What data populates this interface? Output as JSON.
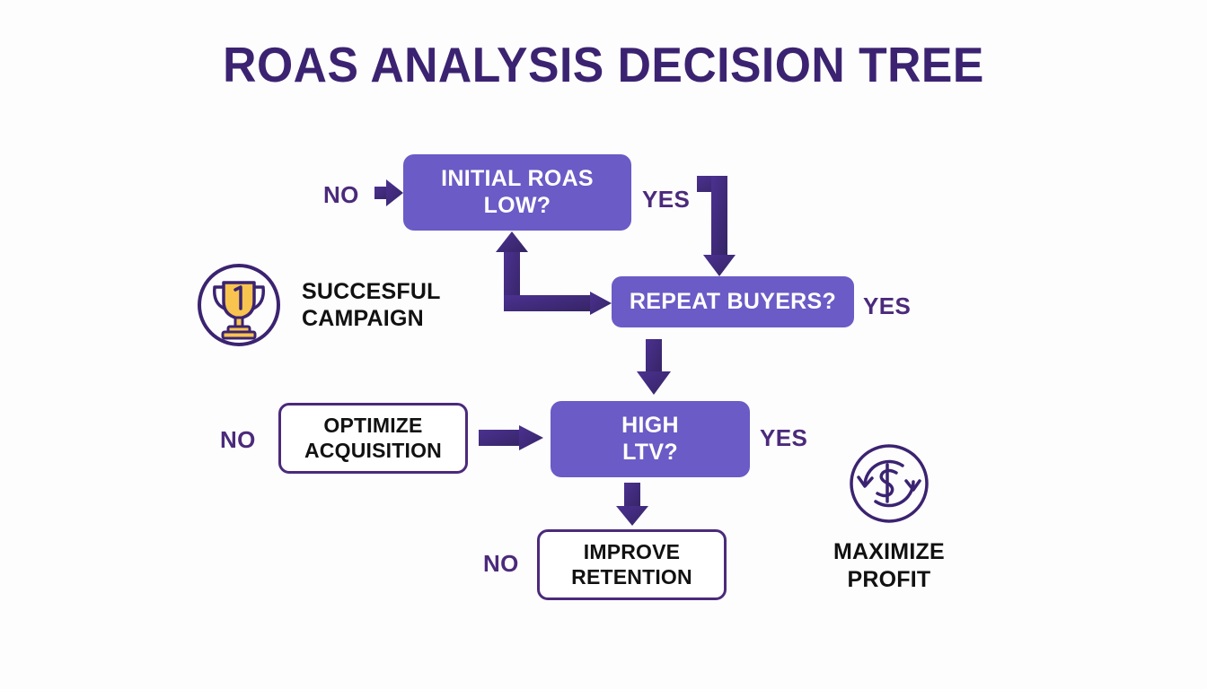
{
  "diagram": {
    "title": "ROAS ANALYSIS DECISION TREE",
    "type": "decision-tree-flowchart",
    "colors": {
      "background": "#fdfdfd",
      "title": "#3b2371",
      "node_fill": "#6a5bc6",
      "node_fill_text": "#ffffff",
      "node_outline_border": "#4b2a7b",
      "node_outline_text": "#111111",
      "connector": "#3f2a74",
      "edge_label": "#4b2a7b",
      "trophy_gold": "#f8c44f",
      "icon_stroke": "#3b2371"
    },
    "nodes": [
      {
        "id": "initial_roas",
        "label": "INITIAL ROAS\nLOW?",
        "line1": "INITIAL ROAS",
        "line2": "LOW?",
        "style": "filled"
      },
      {
        "id": "repeat_buyers",
        "label": "REPEAT BUYERS?",
        "line1": "REPEAT BUYERS?",
        "line2": "",
        "style": "filled"
      },
      {
        "id": "high_ltv",
        "label": "HIGH\nLTV?",
        "line1": "HIGH",
        "line2": "LTV?",
        "style": "filled"
      },
      {
        "id": "optimize_acquisition",
        "label": "OPTIMIZE\nACQUISITION",
        "line1": "OPTIMIZE",
        "line2": "ACQUISITION",
        "style": "outline"
      },
      {
        "id": "improve_retention",
        "label": "IMPROVE\nRETENTION",
        "line1": "IMPROVE",
        "line2": "RETENTION",
        "style": "outline"
      }
    ],
    "edge_labels": {
      "no_initial": "NO",
      "yes_initial": "YES",
      "yes_repeat": "YES",
      "no_optimize": "NO",
      "yes_ltv": "YES",
      "no_retention": "NO"
    },
    "edges": [
      {
        "from": "no_branch",
        "to": "initial_roas",
        "label": "NO",
        "direction": "right"
      },
      {
        "from": "initial_roas",
        "to": "repeat_buyers",
        "label": "YES",
        "direction": "right-then-down"
      },
      {
        "from": "repeat_buyers",
        "to": "initial_roas",
        "label": "",
        "direction": "left-then-up"
      },
      {
        "from": "repeat_buyers",
        "to": "high_ltv",
        "label": "",
        "direction": "down"
      },
      {
        "from": "optimize_acquisition",
        "to": "high_ltv",
        "label": "NO",
        "direction": "right"
      },
      {
        "from": "high_ltv",
        "to": "improve_retention",
        "label": "NO",
        "direction": "down"
      }
    ],
    "outcomes": [
      {
        "id": "successful_campaign",
        "icon": "trophy-icon",
        "badge_number": "1",
        "line1": "SUCCESFUL",
        "line2": "CAMPAIGN"
      },
      {
        "id": "maximize_profit",
        "icon": "dollar-refresh-icon",
        "line1": "MAXIMIZE",
        "line2": "PROFIT"
      }
    ]
  }
}
